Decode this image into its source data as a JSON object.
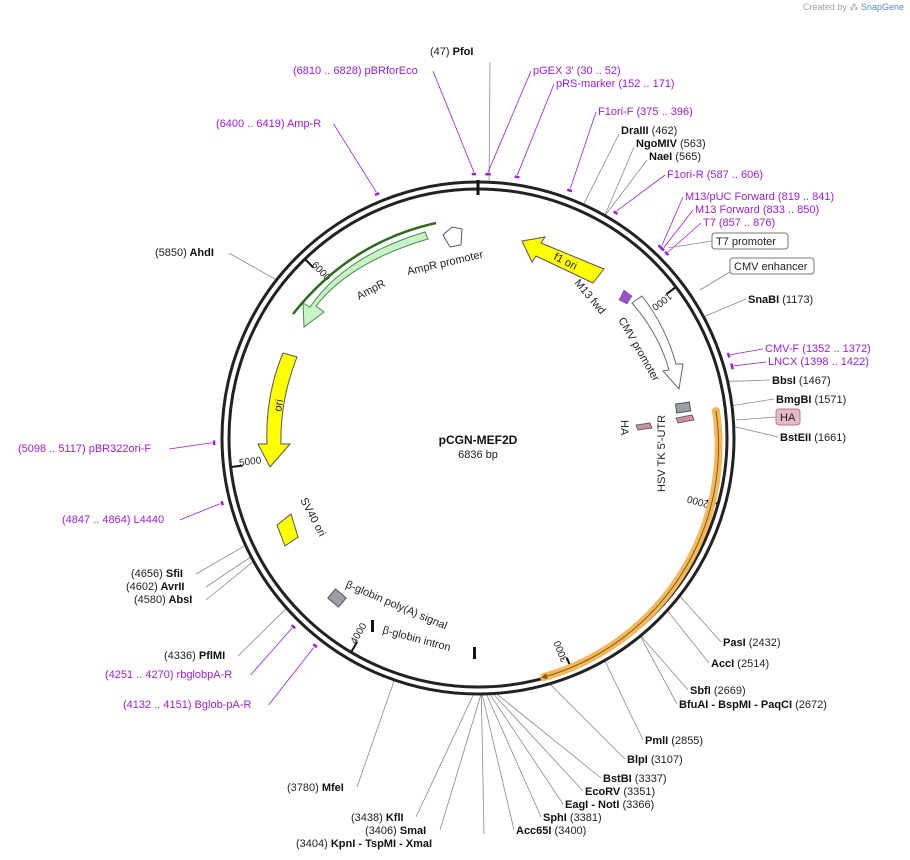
{
  "credit": {
    "prefix": "Created by",
    "brand": "SnapGene"
  },
  "plasmid": {
    "name": "pCGN-MEF2D",
    "length_label": "6836 bp",
    "length": 6836
  },
  "colors": {
    "primer": "#9b1fd6",
    "backbone": "#222222",
    "ori": "#ffff00",
    "f1ori": "#ffff00",
    "ampr": "#c8f5c8",
    "utr": "#f2b860",
    "ha": "#e6b8c8"
  },
  "ticks": [
    {
      "pos": 1000,
      "label": "1000"
    },
    {
      "pos": 2000,
      "label": "2000"
    },
    {
      "pos": 3000,
      "label": "3000"
    },
    {
      "pos": 4000,
      "label": "4000"
    },
    {
      "pos": 5000,
      "label": "5000"
    },
    {
      "pos": 6000,
      "label": "6000"
    }
  ],
  "enzymes": [
    {
      "id": "pfoi",
      "pos": 47,
      "parts": [
        "(47)",
        "PfoI"
      ]
    },
    {
      "id": "draiii",
      "pos": 462,
      "parts": [
        "DraIII",
        "(462)"
      ]
    },
    {
      "id": "ngomiv",
      "pos": 563,
      "parts": [
        "NgoMIV",
        "(563)"
      ]
    },
    {
      "id": "naei",
      "pos": 565,
      "parts": [
        "NaeI",
        "(565)"
      ]
    },
    {
      "id": "snabi",
      "pos": 1173,
      "parts": [
        "SnaBI",
        "(1173)"
      ]
    },
    {
      "id": "bbsi",
      "pos": 1467,
      "parts": [
        "BbsI",
        "(1467)"
      ]
    },
    {
      "id": "bmgbi",
      "pos": 1571,
      "parts": [
        "BmgBI",
        "(1571)"
      ]
    },
    {
      "id": "bsteii",
      "pos": 1661,
      "parts": [
        "BstEII",
        "(1661)"
      ]
    },
    {
      "id": "pasi",
      "pos": 2432,
      "parts": [
        "PasI",
        "(2432)"
      ]
    },
    {
      "id": "acci",
      "pos": 2514,
      "parts": [
        "AccI",
        "(2514)"
      ]
    },
    {
      "id": "sbfi",
      "pos": 2669,
      "parts": [
        "SbfI",
        "(2669)"
      ]
    },
    {
      "id": "bfuai",
      "pos": 2672,
      "parts": [
        "BfuAI",
        "- BspMI",
        "- PaqCI",
        "(2672)"
      ]
    },
    {
      "id": "pmli",
      "pos": 2855,
      "parts": [
        "PmlI",
        "(2855)"
      ]
    },
    {
      "id": "blpi",
      "pos": 3107,
      "parts": [
        "BlpI",
        "(3107)"
      ]
    },
    {
      "id": "bstbi",
      "pos": 3337,
      "parts": [
        "BstBI",
        "(3337)"
      ]
    },
    {
      "id": "ecorv",
      "pos": 3351,
      "parts": [
        "EcoRV",
        "(3351)"
      ]
    },
    {
      "id": "eagi",
      "pos": 3366,
      "parts": [
        "EagI",
        "- NotI",
        "(3366)"
      ]
    },
    {
      "id": "sphi",
      "pos": 3381,
      "parts": [
        "SphI",
        "(3381)"
      ]
    },
    {
      "id": "acc65i",
      "pos": 3400,
      "parts": [
        "Acc65I",
        "(3400)"
      ]
    },
    {
      "id": "kpni",
      "pos": 3404,
      "parts": [
        "(3404)",
        "KpnI",
        "- TspMI",
        "- XmaI"
      ]
    },
    {
      "id": "smai",
      "pos": 3406,
      "parts": [
        "(3406)",
        "SmaI"
      ]
    },
    {
      "id": "kfli",
      "pos": 3438,
      "parts": [
        "(3438)",
        "KflI"
      ]
    },
    {
      "id": "mfei",
      "pos": 3780,
      "parts": [
        "(3780)",
        "MfeI"
      ]
    },
    {
      "id": "pflmi",
      "pos": 4336,
      "parts": [
        "(4336)",
        "PflMI"
      ]
    },
    {
      "id": "absi",
      "pos": 4580,
      "parts": [
        "(4580)",
        "AbsI"
      ]
    },
    {
      "id": "avrii",
      "pos": 4602,
      "parts": [
        "(4602)",
        "AvrII"
      ]
    },
    {
      "id": "sfii",
      "pos": 4656,
      "parts": [
        "(4656)",
        "SfiI"
      ]
    },
    {
      "id": "ahdi",
      "pos": 5850,
      "parts": [
        "(5850)",
        "AhdI"
      ]
    }
  ],
  "primers": [
    {
      "id": "pbrforeco",
      "start": 6810,
      "end": 6828,
      "label": "(6810 .. 6828)  pBRforEco"
    },
    {
      "id": "pgex3",
      "start": 30,
      "end": 52,
      "label": "pGEX 3'     (30 .. 52)"
    },
    {
      "id": "prs-marker",
      "start": 152,
      "end": 171,
      "label": "pRS-marker     (152 .. 171)"
    },
    {
      "id": "f1ori-f",
      "start": 375,
      "end": 396,
      "label": "F1ori-F     (375 .. 396)"
    },
    {
      "id": "f1ori-r",
      "start": 587,
      "end": 606,
      "label": "F1ori-R     (587 .. 606)"
    },
    {
      "id": "m13puc",
      "start": 819,
      "end": 841,
      "label": "M13/pUC Forward     (819 .. 841)"
    },
    {
      "id": "m13fwd",
      "start": 833,
      "end": 850,
      "label": "M13 Forward     (833 .. 850)"
    },
    {
      "id": "t7",
      "start": 857,
      "end": 876,
      "label": "T7     (857 .. 876)"
    },
    {
      "id": "cmv-f",
      "start": 1352,
      "end": 1372,
      "label": "CMV-F     (1352 .. 1372)"
    },
    {
      "id": "lncx",
      "start": 1398,
      "end": 1422,
      "label": "LNCX     (1398 .. 1422)"
    },
    {
      "id": "amp-r",
      "start": 6400,
      "end": 6419,
      "label": "(6400 .. 6419)  Amp-R"
    },
    {
      "id": "pbr322ori-f",
      "start": 5098,
      "end": 5117,
      "label": "(5098 .. 5117)  pBR322ori-F"
    },
    {
      "id": "l4440",
      "start": 4847,
      "end": 4864,
      "label": "(4847 .. 4864)  L4440"
    },
    {
      "id": "rbglobpa-r",
      "start": 4251,
      "end": 4270,
      "label": "(4251 .. 4270)  rbglobpA-R"
    },
    {
      "id": "bglob-pa-r",
      "start": 4132,
      "end": 4151,
      "label": "(4132 .. 4151)  Bglob-pA-R"
    }
  ],
  "boxed_features": [
    {
      "id": "t7-promoter",
      "label": "T7 promoter"
    },
    {
      "id": "cmv-enhancer",
      "label": "CMV enhancer"
    },
    {
      "id": "ha-box",
      "label": "HA"
    }
  ],
  "features": {
    "f1_ori": "f1 ori",
    "m13_fwd": "M13 fwd",
    "cmv_promoter": "CMV promoter",
    "ampr": "AmpR",
    "ampr_promoter": "AmpR promoter",
    "ori": "ori",
    "sv40_ori": "SV40 ori",
    "hsv_tk_utr": "HSV TK 5'-UTR",
    "ha": "HA",
    "bglobin_polya": "β-globin poly(A) signal",
    "bglobin_intron": "β-globin intron"
  }
}
